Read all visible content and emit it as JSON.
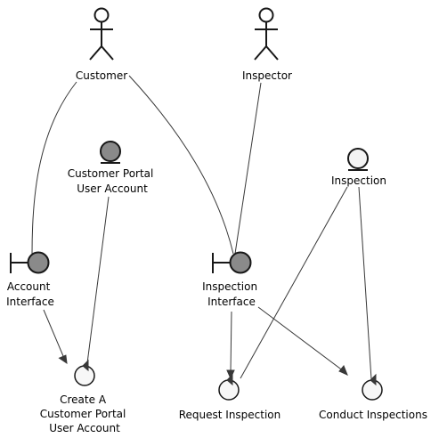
{
  "nodes": {
    "customer": {
      "label": [
        "Customer"
      ],
      "kind": "actor",
      "icon": "actor-icon"
    },
    "inspector": {
      "label": [
        "Inspector"
      ],
      "kind": "actor",
      "icon": "actor-icon"
    },
    "portal_account": {
      "label": [
        "Customer Portal",
        "User Account"
      ],
      "kind": "entity",
      "icon": "entity-icon"
    },
    "inspection": {
      "label": [
        "Inspection"
      ],
      "kind": "entity",
      "icon": "entity-icon"
    },
    "account_interface": {
      "label": [
        "Account",
        "Interface"
      ],
      "kind": "boundary",
      "icon": "boundary-icon"
    },
    "inspection_interface": {
      "label": [
        "Inspection",
        "Interface"
      ],
      "kind": "boundary",
      "icon": "boundary-icon"
    },
    "create_account": {
      "label": [
        "Create A",
        "Customer Portal",
        "User Account"
      ],
      "kind": "control",
      "icon": "control-icon"
    },
    "request_inspection": {
      "label": [
        "Request Inspection"
      ],
      "kind": "control",
      "icon": "control-icon"
    },
    "conduct_inspections": {
      "label": [
        "Conduct Inspections"
      ],
      "kind": "control",
      "icon": "control-icon"
    }
  },
  "edges": [
    {
      "from": "customer",
      "to": "account_interface",
      "arrow": false
    },
    {
      "from": "customer",
      "to": "inspection_interface",
      "arrow": false
    },
    {
      "from": "inspector",
      "to": "inspection_interface",
      "arrow": false
    },
    {
      "from": "portal_account",
      "to": "create_account",
      "arrow": false
    },
    {
      "from": "account_interface",
      "to": "create_account",
      "arrow": true
    },
    {
      "from": "inspection_interface",
      "to": "request_inspection",
      "arrow": true
    },
    {
      "from": "inspection_interface",
      "to": "conduct_inspections",
      "arrow": true
    },
    {
      "from": "inspection",
      "to": "request_inspection",
      "arrow": false
    },
    {
      "from": "inspection",
      "to": "conduct_inspections",
      "arrow": false
    }
  ],
  "colors": {
    "entity_dark": "#8a8a8a",
    "entity_light": "#f4f4f4",
    "control_fill": "#f7f7f7",
    "stroke": "#181818",
    "edge": "#383838"
  }
}
